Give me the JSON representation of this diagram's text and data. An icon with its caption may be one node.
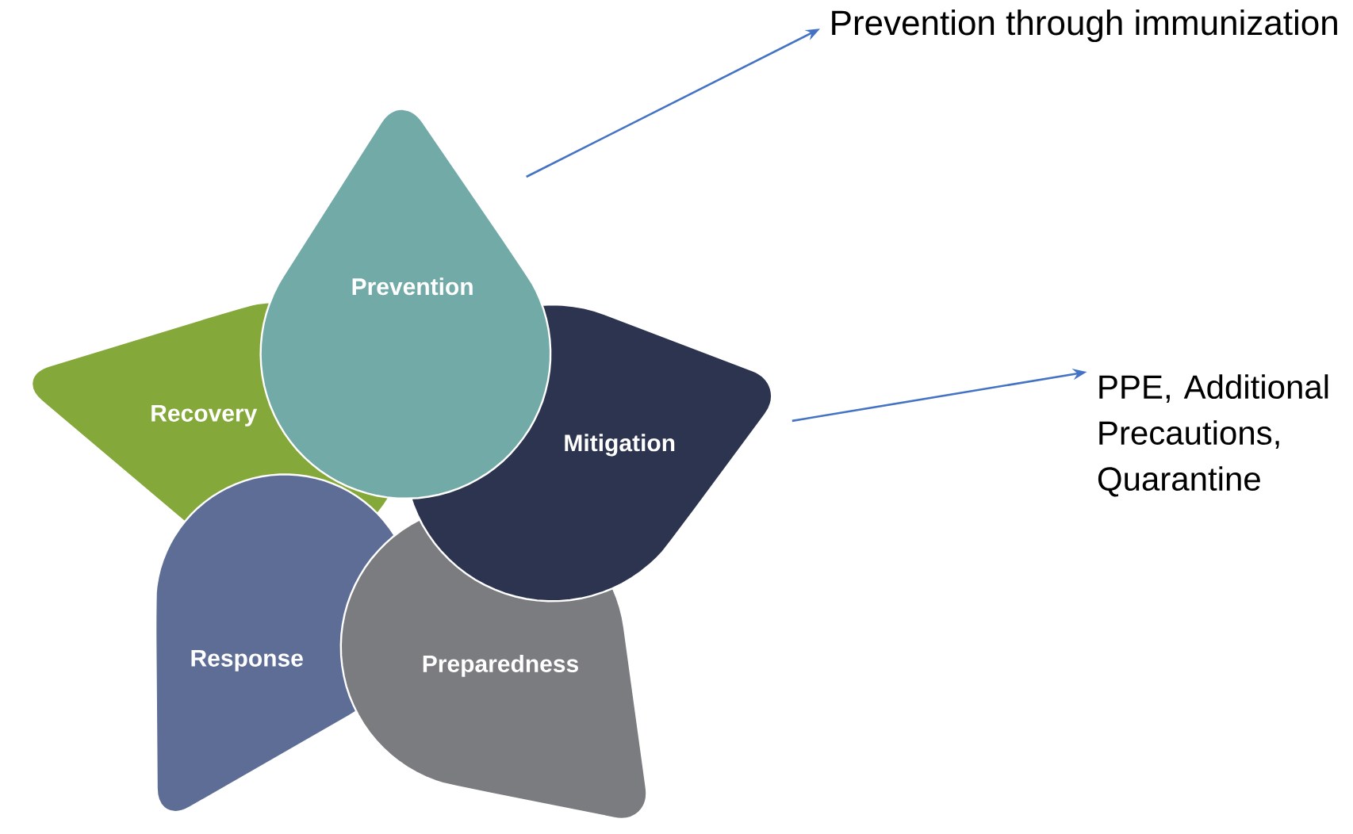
{
  "diagram": {
    "nodes": [
      {
        "text": [
          "Prevention"
        ]
      },
      {
        "text": [
          "Recovery"
        ]
      },
      {
        "text": [
          "Mitigation"
        ]
      },
      {
        "text": [
          "Response"
        ]
      },
      {
        "text": [
          "Preparedness"
        ]
      },
      {
        "text": [
          "Prevention through immunization"
        ]
      },
      {
        "text": [
          "PPE, Additional Precautions, Quarantine"
        ]
      }
    ],
    "edges": [
      {
        "from": 0,
        "to": 5,
        "arrow": "to",
        "color": "#4472c4"
      },
      {
        "from": 2,
        "to": 6,
        "arrow": "to",
        "color": "#4472c4"
      }
    ]
  }
}
